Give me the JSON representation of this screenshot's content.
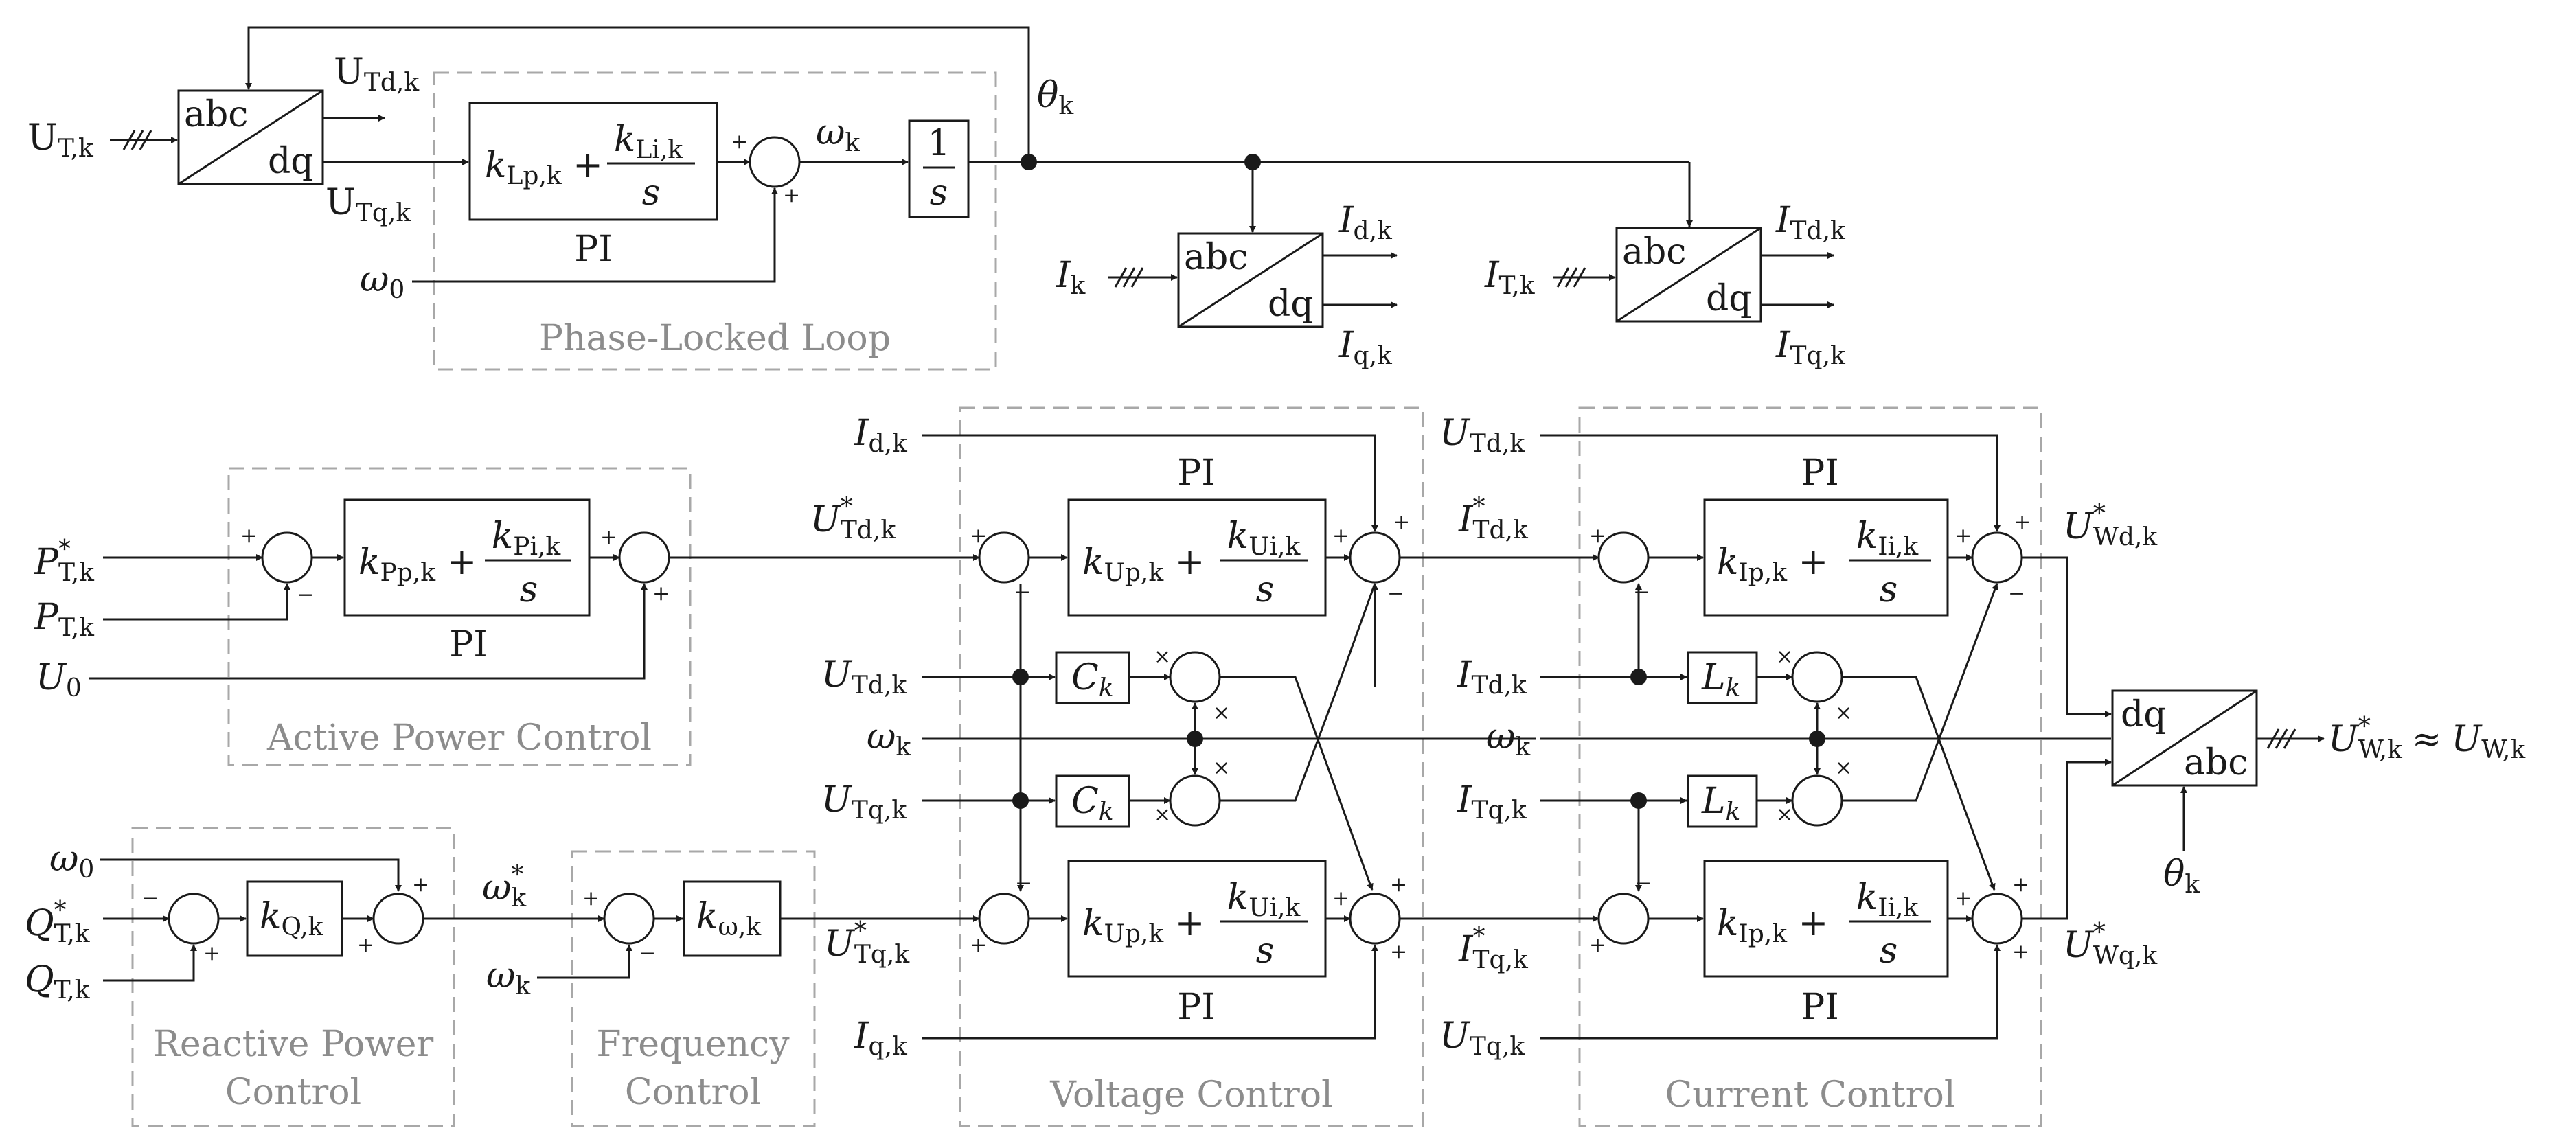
{
  "groups": {
    "pll": "Phase-Locked Loop",
    "apc": "Active Power Control",
    "rpc1": "Reactive Power",
    "rpc2": "Control",
    "fc1": "Frequency",
    "fc2": "Control",
    "vc": "Voltage Control",
    "cc": "Current Control"
  },
  "blocks": {
    "abc": "abc",
    "dq": "dq",
    "pi": "PI",
    "integrator_num": "1",
    "integrator_den": "s",
    "pll_kp": "k",
    "pll_kp_sub": "Lp,k",
    "pll_ki": "k",
    "pll_ki_sub": "Li,k",
    "apc_kp_sub": "Pp,k",
    "apc_ki_sub": "Pi,k",
    "vc_kp_sub": "Up,k",
    "vc_ki_sub": "Ui,k",
    "cc_kp_sub": "Ip,k",
    "cc_ki_sub": "Ii,k",
    "kq": "k",
    "kq_sub": "Q,k",
    "kw": "k",
    "kw_sub": "ω,k",
    "c": "C",
    "c_sub": "k",
    "l": "L",
    "l_sub": "k"
  },
  "signals": {
    "ut": "U",
    "ut_sub": "T,k",
    "utd": "U",
    "utd_sub": "Td,k",
    "utq": "U",
    "utq_sub": "Tq,k",
    "theta": "θ",
    "theta_sub": "k",
    "omega": "ω",
    "omega_sub": "k",
    "omega0_sub": "0",
    "ik": "I",
    "ik_sub": "k",
    "id_sub": "d,k",
    "iq_sub": "q,k",
    "it_sub": "T,k",
    "itd_sub": "Td,k",
    "itq_sub": "Tq,k",
    "p": "P",
    "p_sub": "T,k",
    "u0_sub": "0",
    "q": "Q",
    "q_sub": "T,k",
    "star": "*",
    "uwd_sub": "Wd,k",
    "uwq_sub": "Wq,k",
    "uw_sub": "W,k",
    "approx": "≈",
    "plus": "+",
    "minus": "−",
    "times": "×"
  }
}
